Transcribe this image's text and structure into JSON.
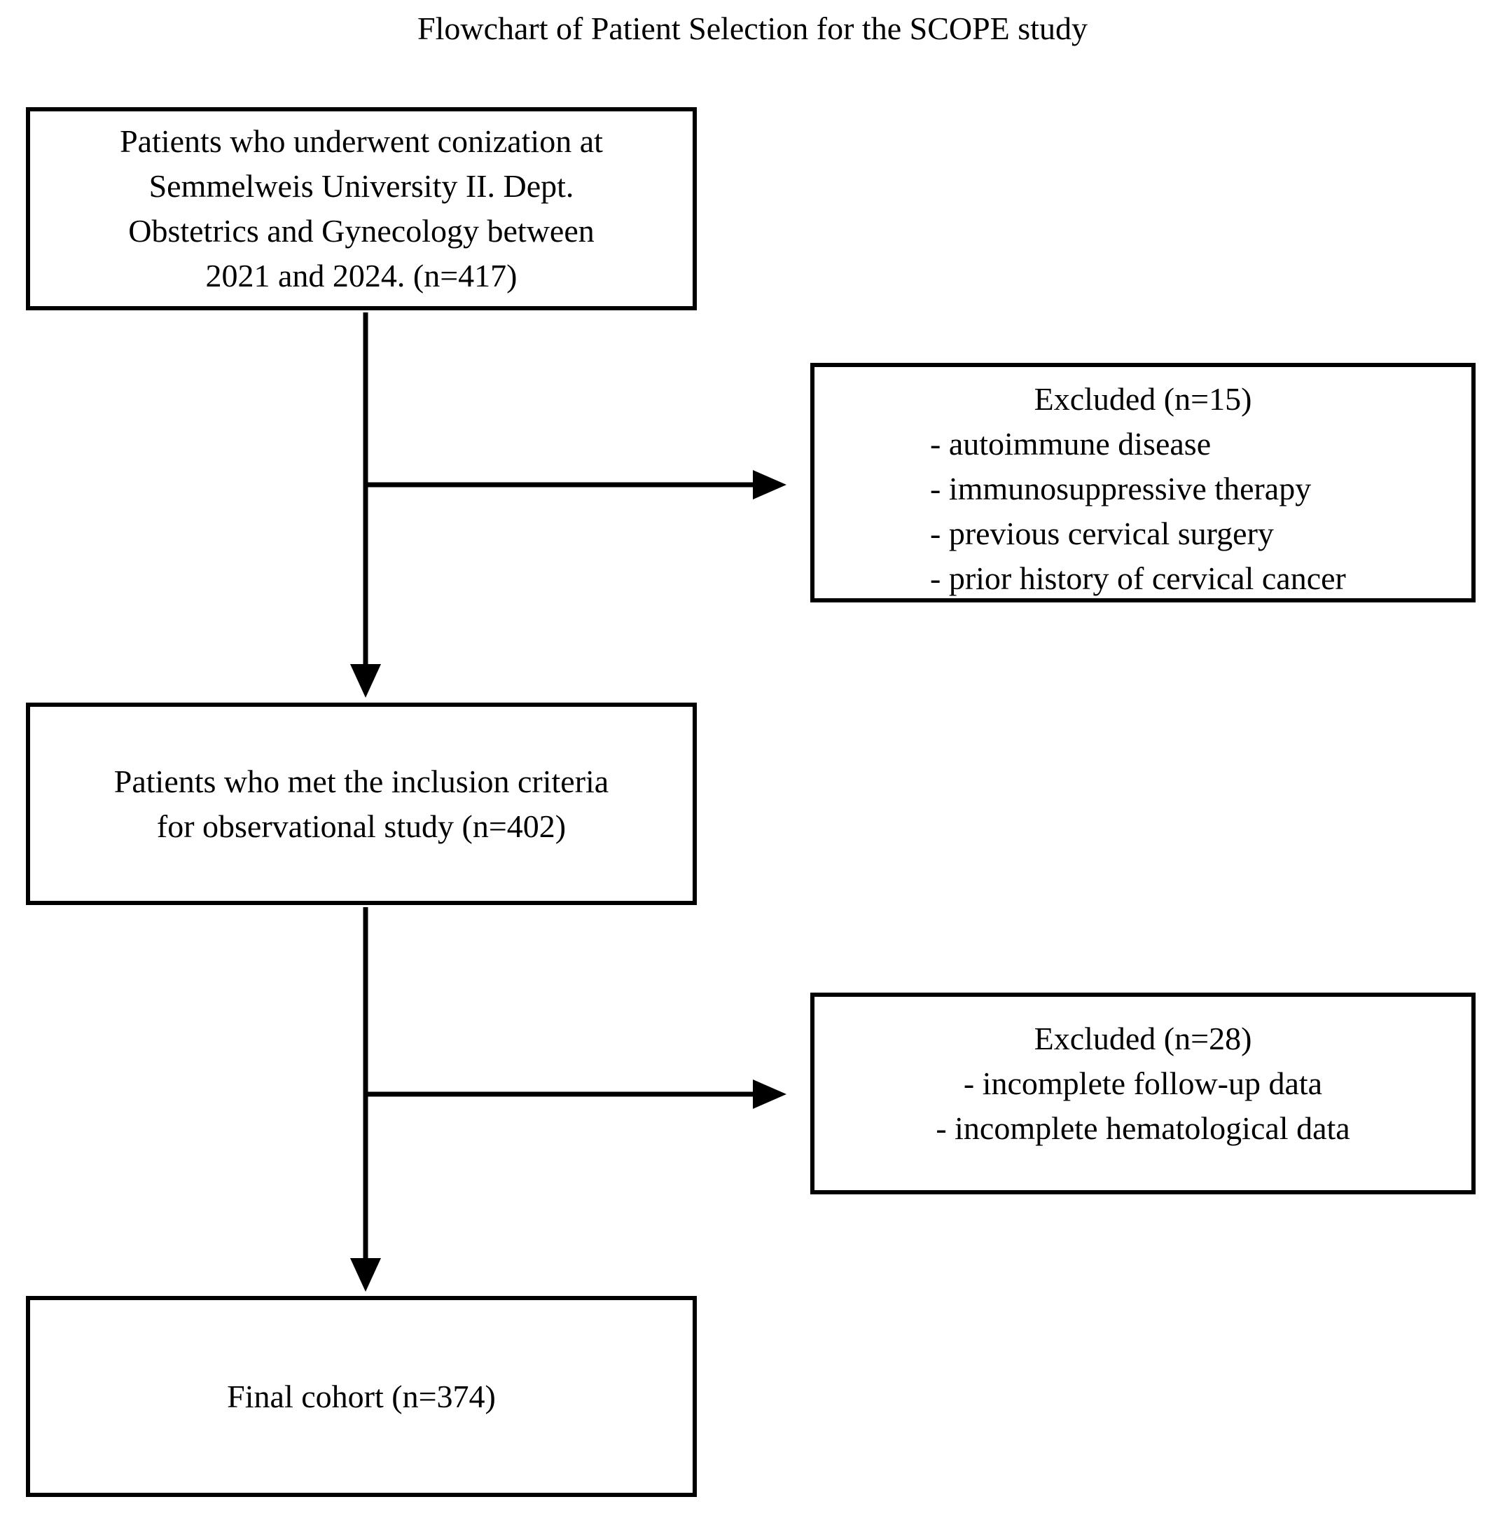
{
  "figure": {
    "title": "Flowchart of Patient Selection for the SCOPE study"
  },
  "boxes": {
    "source": {
      "lines": [
        "Patients who underwent conization at",
        "Semmelweis University II. Dept.",
        "Obstetrics and Gynecology between",
        "2021 and 2024. (n=417)"
      ],
      "n": 417
    },
    "excluded1": {
      "heading": "Excluded (n=15)",
      "bullets": [
        "- autoimmune disease",
        "- immunosuppressive therapy",
        "- previous cervical surgery",
        "- prior history of cervical cancer"
      ],
      "n": 15
    },
    "inclusion": {
      "lines": [
        "Patients who met the inclusion criteria",
        "for observational study (n=402)"
      ],
      "n": 402
    },
    "excluded2": {
      "heading": "Excluded (n=28)",
      "bullets": [
        "- incomplete follow-up data",
        "- incomplete hematological data"
      ],
      "n": 28
    },
    "final": {
      "lines": [
        "Final cohort (n=374)"
      ],
      "n": 374
    }
  },
  "colors": {
    "line": "#000000",
    "text": "#000000",
    "background": "#ffffff"
  }
}
